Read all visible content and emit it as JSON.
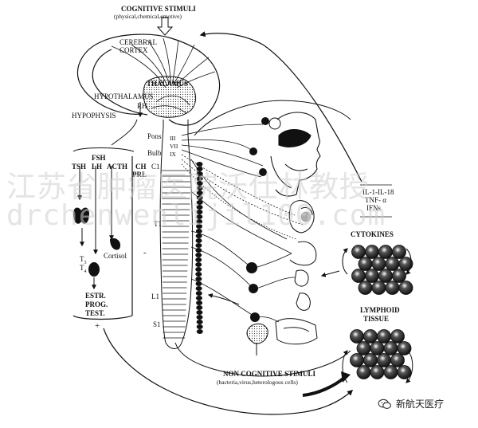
{
  "labels": {
    "cognitive_title": "COGNITIVE STIMULI",
    "cognitive_sub": "(physical,chemical,emotive)",
    "cerebral": "CEREBRAL",
    "cortex": "CORTEX",
    "thalamus": "THALAMUS",
    "hypothalamus": "HYPOTHALAMUS",
    "rh": "RH",
    "hypophysis": "HYPOPHYSIS",
    "pons": "Pons",
    "bulb": "Bulb",
    "c1": "C1",
    "t1": "T1",
    "l1": "L1",
    "s1": "S1",
    "fsh": "FSH",
    "tsh": "TSH",
    "lh": "LH",
    "acth": "ACTH",
    "ch": "CH",
    "prl": "PRL",
    "t3": "T",
    "t3_sub": "3",
    "t4": "T",
    "t4_sub": "4",
    "cortisol": "Cortisol",
    "estr": "ESTR.",
    "prog": "PROG.",
    "test": "TEST.",
    "plus": "+",
    "minus": "-",
    "roman3": "III",
    "roman7": "VII",
    "roman10": "IX",
    "cytokine_list1": "IL-1-IL-18",
    "cytokine_list2": "TNF- α",
    "cytokine_list3": "IFNs",
    "cytokines": "CYTOKINES",
    "lymphoid1": "LYMPHOID",
    "lymphoid2": "TISSUE",
    "noncog_title": "NON COGNITIVE STIMULI",
    "noncog_sub": "(bacteria,virus,heterologous cells)"
  },
  "watermark": {
    "line1": "江苏省肿瘤医院沃仕林教授",
    "line2": "drchenwenlijil100.com"
  },
  "brand": {
    "name": "新航天医疗"
  },
  "icons": [
    "wechat-logo-icon"
  ]
}
